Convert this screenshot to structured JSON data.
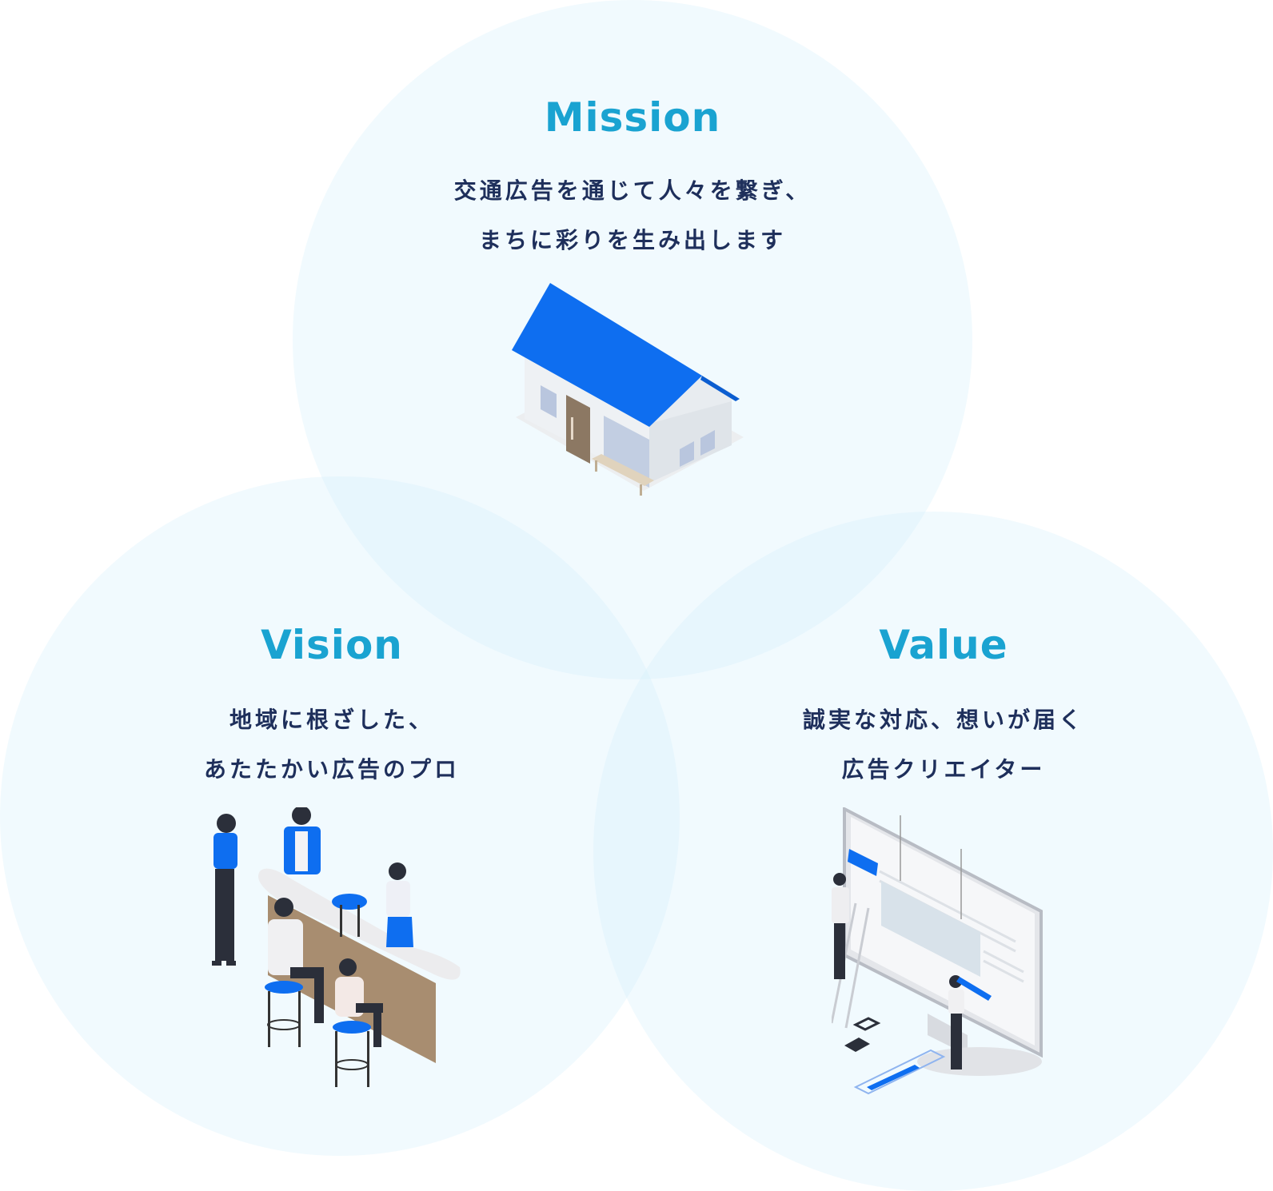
{
  "mission": {
    "heading": "Mission",
    "line1": "交通広告を通じて人々を繋ぎ、",
    "line2": "まちに彩りを生み出します"
  },
  "vision": {
    "heading": "Vision",
    "line1": "地域に根ざした、",
    "line2": "あたたかい広告のプロ"
  },
  "value": {
    "heading": "Value",
    "line1": "誠実な対応、想いが届く",
    "line2": "広告クリエイター"
  },
  "colors": {
    "heading": "#1aa3d1",
    "body_text": "#1e2f5b",
    "accent_blue": "#0e6ef0",
    "circle_fill": "#e6f7fd"
  },
  "icons": [
    "house-illustration",
    "team-meeting-illustration",
    "monitor-creators-illustration"
  ]
}
